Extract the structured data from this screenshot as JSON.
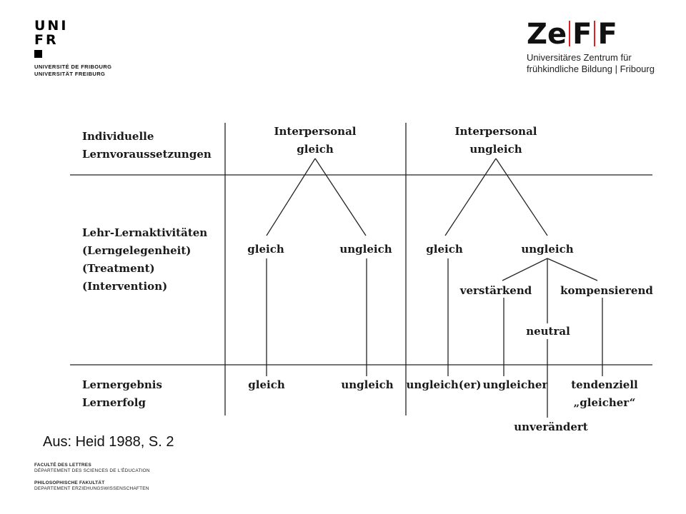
{
  "header": {
    "unifr_lines": [
      "UNI",
      "FR"
    ],
    "unifr_names": [
      "UNIVERSITÉ DE FRIBOURG",
      "UNIVERSITÄT FREIBURG"
    ],
    "zeff_parts": [
      "Ze",
      "F",
      "F"
    ],
    "zeff_sub": [
      "Universitäres Zentrum für",
      "frühkindliche Bildung | Fribourg"
    ]
  },
  "diagram": {
    "row_labels": {
      "row1": [
        "Individuelle",
        "Lernvoraussetzungen"
      ],
      "row2": [
        "Lehr-Lernaktivitäten",
        "(Lerngelegenheit)",
        "(Treatment)",
        "(Intervention)"
      ],
      "row3": [
        "Lernergebnis",
        "Lernerfolg"
      ]
    },
    "nodes": {
      "top_left": [
        "Interpersonal",
        "gleich"
      ],
      "top_right": [
        "Interpersonal",
        "ungleich"
      ],
      "mid_gleich_1": "gleich",
      "mid_ungleich_1": "ungleich",
      "mid_gleich_2": "gleich",
      "mid_ungleich_2": "ungleich",
      "verstaerkend": "verstärkend",
      "kompensierend": "kompensierend",
      "neutral": "neutral",
      "out_gleich": "gleich",
      "out_ungleich": "ungleich",
      "out_ungleich_er": "ungleich(er)",
      "out_ungleicher": "ungleicher",
      "out_tendenziell": [
        "tendenziell",
        "„gleicher“"
      ],
      "out_unveraendert": "unverändert"
    }
  },
  "caption": "Aus: Heid 1988, S. 2",
  "footer": {
    "block1": [
      "FACULTÉ DES LETTRES",
      "DÉPARTEMENT DES SCIENCES DE L'ÉDUCATION"
    ],
    "block2": [
      "PHILOSOPHISCHE FAKULTÄT",
      "DEPARTEMENT ERZIEHUNGSWISSENSCHAFTEN"
    ]
  }
}
